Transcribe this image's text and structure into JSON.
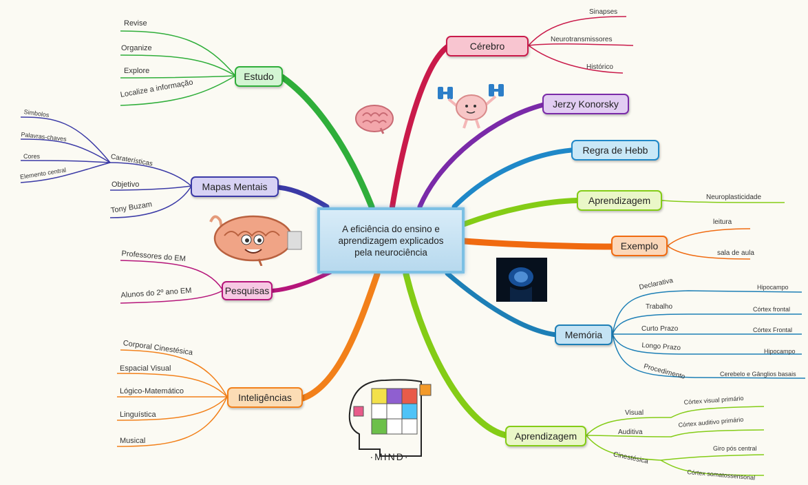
{
  "center": {
    "line1": "A eficiência do ensino e",
    "line2": "aprendizagem explicados",
    "line3": "pela neurociência"
  },
  "colors": {
    "estudo": "#2fae3a",
    "mapas": "#3b3aa6",
    "pesquisas": "#b5157a",
    "inteligencias": "#f2801a",
    "cerebro": "#c91a4a",
    "jerzy": "#7a2aa8",
    "hebb": "#1f88c8",
    "aprend_top": "#84cc16",
    "exemplo": "#f06a10",
    "memoria": "#1d7fb6",
    "aprend_bottom": "#84cc16"
  },
  "estudo": {
    "title": "Estudo",
    "items": [
      "Revise",
      "Organize",
      "Explore",
      "Localize a informação"
    ]
  },
  "mapas": {
    "title": "Mapas Mentais",
    "caracteristicas": "Caraterísticas",
    "sub": [
      "Simbolos",
      "Palavras-chaves",
      "Cores",
      "Elemento central"
    ],
    "items": [
      "Objetivo",
      "Tony Buzam"
    ]
  },
  "pesquisas": {
    "title": "Pesquisas",
    "items": [
      "Professores do EM",
      "Alunos do 2º ano EM"
    ]
  },
  "inteligencias": {
    "title": "Inteligências",
    "items": [
      "Corporal Cinestésica",
      "Espacial Visual",
      "Lógico-Matemático",
      "Linguística",
      "Musical"
    ]
  },
  "cerebro": {
    "title": "Cérebro",
    "items": [
      "Sinapses",
      "Neurotransmissores",
      "Histórico"
    ]
  },
  "jerzy": {
    "title": "Jerzy Konorsky"
  },
  "hebb": {
    "title": "Regra de Hebb"
  },
  "aprend_top": {
    "title": "Aprendizagem",
    "items": [
      "Neuroplasticidade"
    ]
  },
  "exemplo": {
    "title": "Exemplo",
    "items": [
      "leitura",
      "sala de aula"
    ]
  },
  "memoria": {
    "title": "Memória",
    "items": [
      "Declarativa",
      "Trabalho",
      "Curto Prazo",
      "Longo Prazo",
      "Procedimento"
    ],
    "leaves": [
      "Hipocampo",
      "Córtex frontal",
      "Córtex Frontal",
      "Hipocampo",
      "Cerebelo e Gânglios basais"
    ]
  },
  "aprend_bottom": {
    "title": "Aprendizagem",
    "items": [
      "Visual",
      "Auditiva",
      "Cinestésica"
    ],
    "leaves": [
      "Córtex visual primário",
      "Córtex auditivo primário",
      "Giro pós central",
      "Córtex somatossensorial"
    ]
  },
  "mind_label": "·MIND·"
}
